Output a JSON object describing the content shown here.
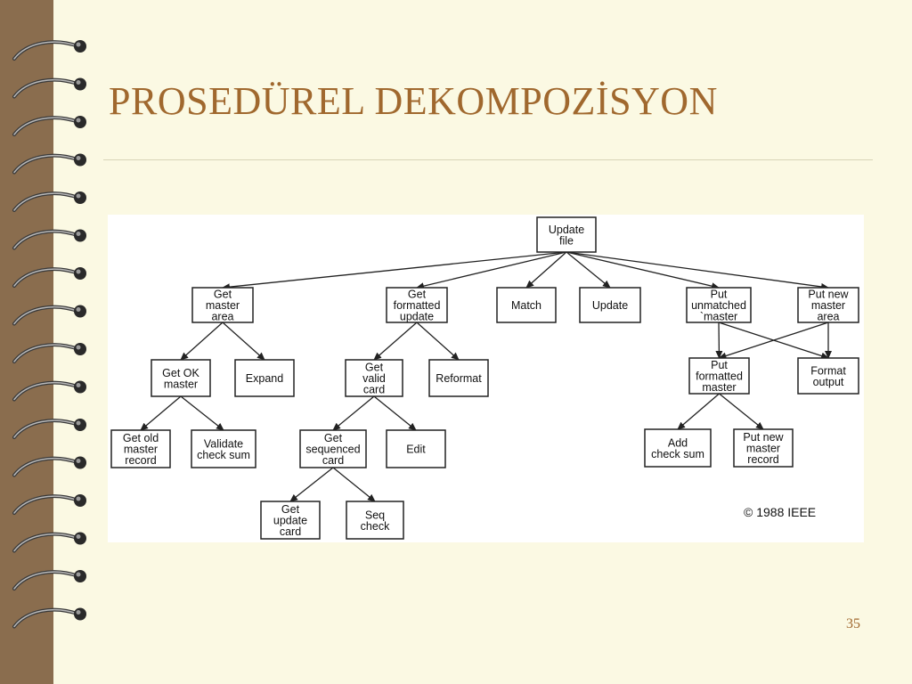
{
  "slide": {
    "title": "PROSEDÜREL DEKOMPOZİSYON",
    "page_number": "35",
    "copyright": "© 1988 IEEE",
    "colors": {
      "title": "#a0682e",
      "background": "#fbf9e3",
      "binder_strip": "#8a6d4e"
    },
    "binder_icon": "spiral-binding-icon"
  },
  "diagram": {
    "nodes": [
      {
        "id": "update-file",
        "lines": [
          "Update",
          "file"
        ]
      },
      {
        "id": "get-master-area",
        "lines": [
          "Get",
          "master",
          "area"
        ]
      },
      {
        "id": "get-formatted-update",
        "lines": [
          "Get",
          "formatted",
          "update"
        ]
      },
      {
        "id": "match",
        "lines": [
          "Match"
        ]
      },
      {
        "id": "update",
        "lines": [
          "Update"
        ]
      },
      {
        "id": "put-unmatched-master",
        "lines": [
          "Put",
          "unmatched",
          "`master"
        ]
      },
      {
        "id": "put-new-master-area",
        "lines": [
          "Put new",
          "master",
          "area"
        ]
      },
      {
        "id": "get-ok-master",
        "lines": [
          "Get OK",
          "master"
        ]
      },
      {
        "id": "expand",
        "lines": [
          "Expand"
        ]
      },
      {
        "id": "get-valid-card",
        "lines": [
          "Get",
          "valid",
          "card"
        ]
      },
      {
        "id": "reformat",
        "lines": [
          "Reformat"
        ]
      },
      {
        "id": "put-formatted-master",
        "lines": [
          "Put",
          "formatted",
          "master"
        ]
      },
      {
        "id": "format-output",
        "lines": [
          "Format",
          "output"
        ]
      },
      {
        "id": "get-old-master-record",
        "lines": [
          "Get old",
          "master",
          "record"
        ]
      },
      {
        "id": "validate-check-sum",
        "lines": [
          "Validate",
          "check sum"
        ]
      },
      {
        "id": "get-sequenced-card",
        "lines": [
          "Get",
          "sequenced",
          "card"
        ]
      },
      {
        "id": "edit",
        "lines": [
          "Edit"
        ]
      },
      {
        "id": "add-check-sum",
        "lines": [
          "Add",
          "check sum"
        ]
      },
      {
        "id": "put-new-master-record",
        "lines": [
          "Put new",
          "master",
          "record"
        ]
      },
      {
        "id": "get-update-card",
        "lines": [
          "Get",
          "update",
          "card"
        ]
      },
      {
        "id": "seq-check",
        "lines": [
          "Seq",
          "check"
        ]
      }
    ],
    "edges": [
      [
        "update-file",
        "get-master-area"
      ],
      [
        "update-file",
        "get-formatted-update"
      ],
      [
        "update-file",
        "match"
      ],
      [
        "update-file",
        "update"
      ],
      [
        "update-file",
        "put-unmatched-master"
      ],
      [
        "update-file",
        "put-new-master-area"
      ],
      [
        "get-master-area",
        "get-ok-master"
      ],
      [
        "get-master-area",
        "expand"
      ],
      [
        "get-ok-master",
        "get-old-master-record"
      ],
      [
        "get-ok-master",
        "validate-check-sum"
      ],
      [
        "get-formatted-update",
        "get-valid-card"
      ],
      [
        "get-formatted-update",
        "reformat"
      ],
      [
        "get-valid-card",
        "get-sequenced-card"
      ],
      [
        "get-valid-card",
        "edit"
      ],
      [
        "get-sequenced-card",
        "get-update-card"
      ],
      [
        "get-sequenced-card",
        "seq-check"
      ],
      [
        "put-unmatched-master",
        "put-formatted-master"
      ],
      [
        "put-unmatched-master",
        "format-output"
      ],
      [
        "put-new-master-area",
        "put-formatted-master"
      ],
      [
        "put-new-master-area",
        "format-output"
      ],
      [
        "put-formatted-master",
        "add-check-sum"
      ],
      [
        "put-formatted-master",
        "put-new-master-record"
      ]
    ]
  }
}
